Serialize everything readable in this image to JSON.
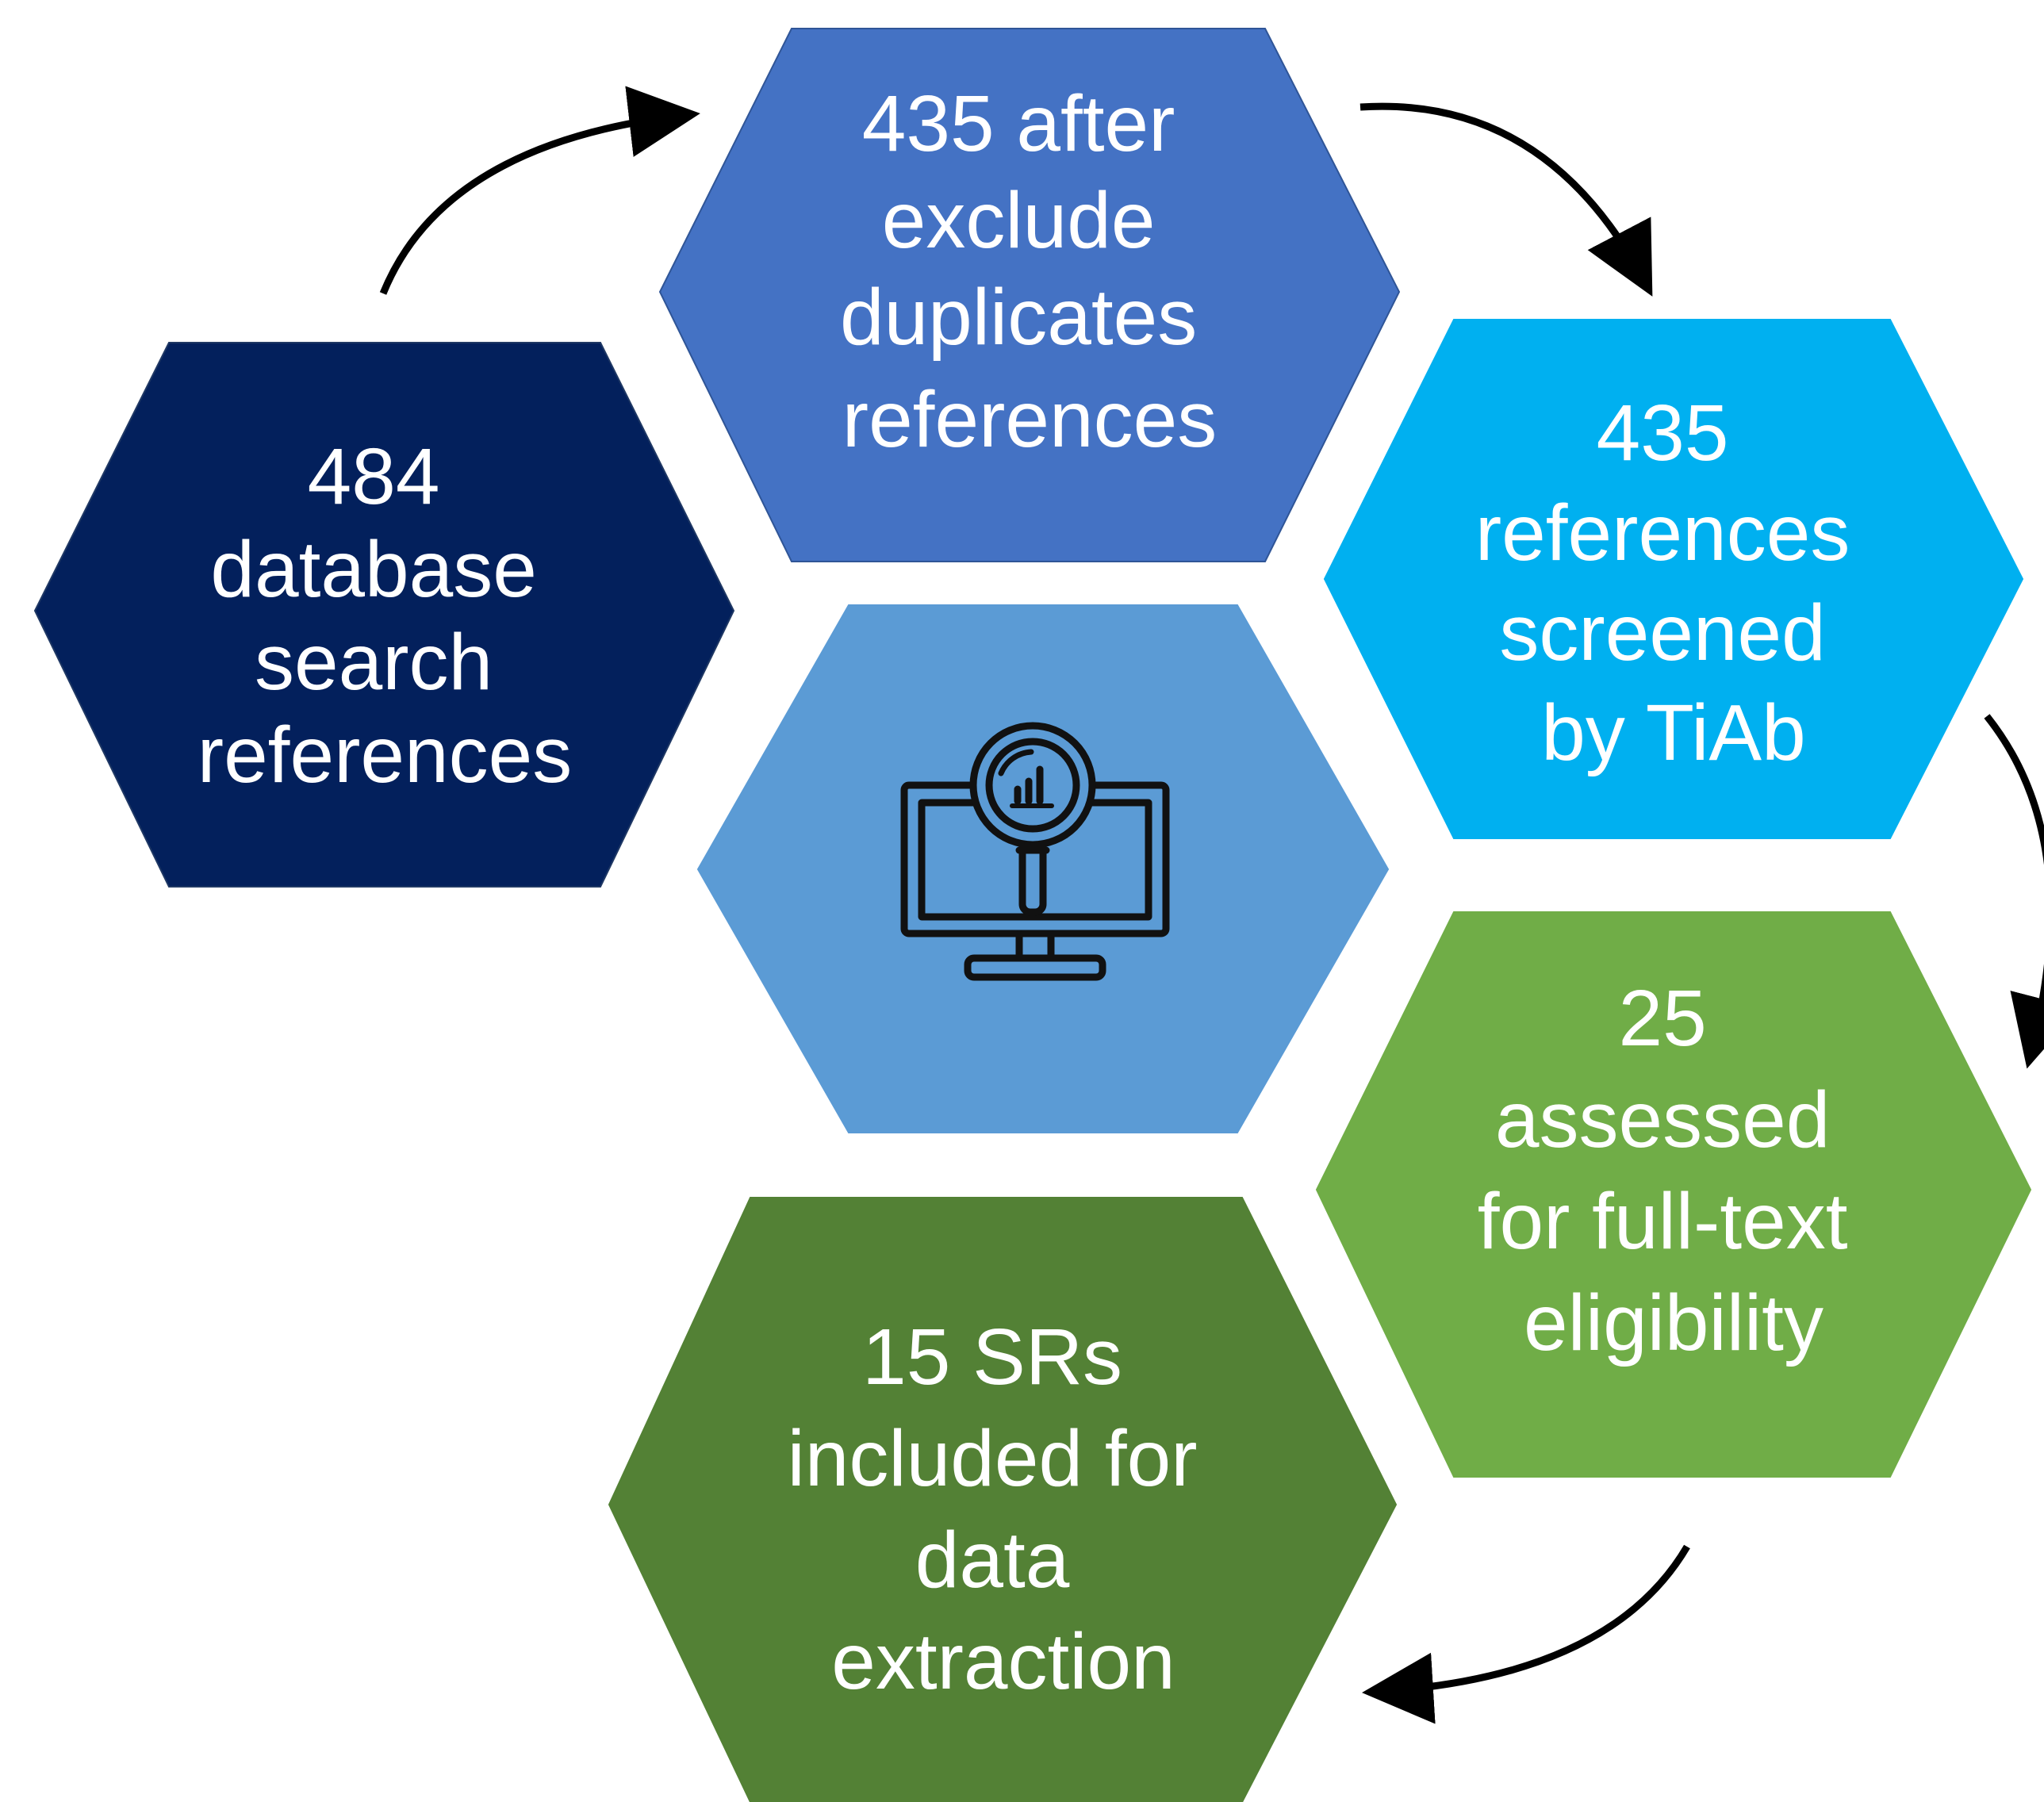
{
  "steps": [
    {
      "id": "database-search",
      "lines": [
        "484",
        "database",
        "search",
        "references"
      ],
      "color": "#03205C"
    },
    {
      "id": "exclude-duplicates",
      "lines": [
        "435 after",
        "exclude",
        "duplicates",
        "references"
      ],
      "color": "#4472C4"
    },
    {
      "id": "tiab-screening",
      "lines": [
        "435",
        "references",
        "screened",
        "by TiAb"
      ],
      "color": "#00B0F0"
    },
    {
      "id": "full-text-assessment",
      "lines": [
        "25",
        "assessed",
        "for full-text",
        "eligibility"
      ],
      "color": "#70AD47"
    },
    {
      "id": "data-extraction",
      "lines": [
        "15 SRs",
        "included for",
        "data",
        "extraction"
      ],
      "color": "#538135"
    }
  ],
  "center": {
    "icon": "monitor-magnifier-chart-icon",
    "color": "#5B9BD5",
    "icon_color": "#111111"
  },
  "arrow_color": "#000000"
}
